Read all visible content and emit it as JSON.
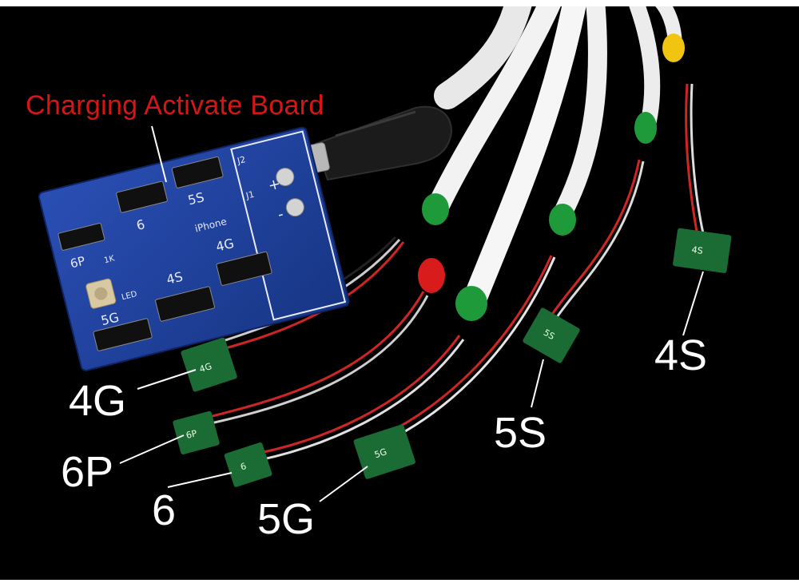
{
  "image": {
    "title_label": "Charging Activate Board",
    "title_color": "#d61515",
    "background": "#000000",
    "cable_labels": [
      "4G",
      "6P",
      "6",
      "5G",
      "5S",
      "4S"
    ],
    "board": {
      "color": "#1f3f9a",
      "silk_labels": [
        "5S",
        "6",
        "6P",
        "1K",
        "LED",
        "5G",
        "4S",
        "4G",
        "J2",
        "J1",
        "iPhone",
        "+",
        "-"
      ]
    },
    "pcb_tip_labels": [
      "4G",
      "6P",
      "6",
      "5G",
      "5S",
      "4S"
    ],
    "sleeve_colors": {
      "green": "#1e9a3a",
      "red": "#d81c1c",
      "yellow": "#f1c40f"
    }
  }
}
